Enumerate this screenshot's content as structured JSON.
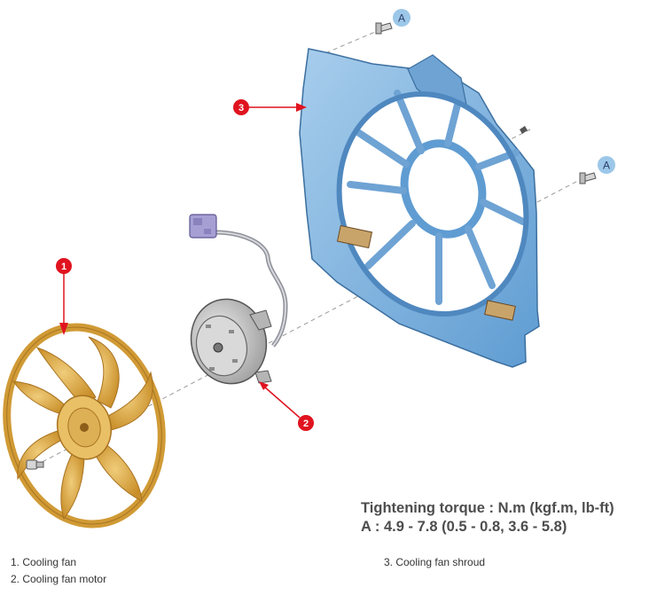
{
  "callouts": {
    "fan": "1",
    "motor": "2",
    "shroud": "3"
  },
  "fastener_label": "A",
  "torque": {
    "title": "Tightening torque : N.m (kgf.m, lb-ft)",
    "value": "A : 4.9 - 7.8 (0.5 - 0.8, 3.6 - 5.8)"
  },
  "legend": {
    "item1": "1. Cooling fan",
    "item2": "2. Cooling fan motor",
    "item3": "3. Cooling fan shroud"
  },
  "colors": {
    "callout_red": "#e0131f",
    "shroud_blue": "#7fb2de",
    "fan_gold": "#d9a53f",
    "motor_gray": "#c8c8c8",
    "fastener_badge": "#9cc7e8"
  }
}
